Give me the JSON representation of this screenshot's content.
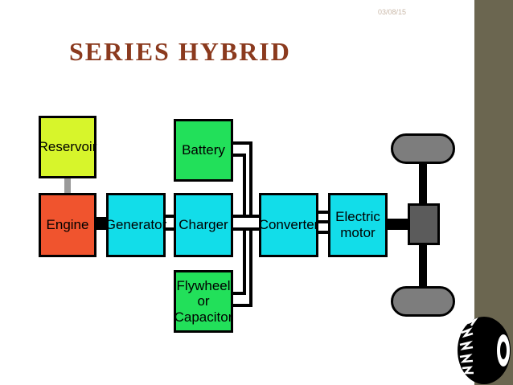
{
  "slide": {
    "date": "03/08/15",
    "title": "SERIES HYBRID"
  },
  "diagram": {
    "reservoir": "Reservoir",
    "engine": "Engine",
    "generator": "Generator",
    "battery": "Battery",
    "charger": "Charger",
    "flywheel": [
      "Flywheel",
      "or",
      "Capacitor"
    ],
    "converter": "Converter",
    "motor": [
      "Electric",
      "motor"
    ]
  },
  "colors": {
    "title": "#8b3a1e",
    "reservoir": "#d7f52b",
    "engine": "#f0542e",
    "cyan_blocks": "#12dde9",
    "green_blocks": "#22e05a",
    "wheels": "#7d7d7d",
    "sidebar": "#6b6650"
  },
  "icons": [
    "tire-icon"
  ]
}
